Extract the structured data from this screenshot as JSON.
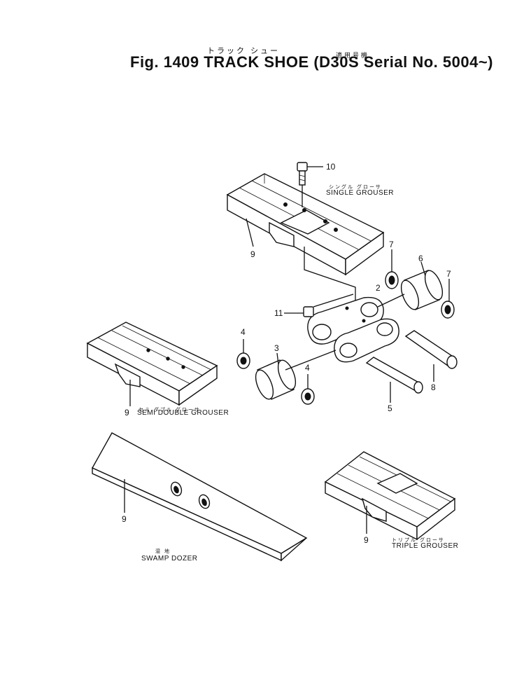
{
  "header": {
    "title": "Fig. 1409 TRACK SHOE (D30S  Serial No. 5004~)",
    "jp_title": "トラック シュー",
    "jp_serial": "適用号機"
  },
  "labels": {
    "single": {
      "jp": "シングル グローサ",
      "en": "SINGLE GROUSER"
    },
    "semi": {
      "jp": "セミ ダブル グローサ",
      "en": "SEMI DOUBLE GROUSER"
    },
    "triple": {
      "jp": "トリプル グローサ",
      "en": "TRIPLE GROUSER"
    },
    "swamp": {
      "jp": "湿 地",
      "en": "SWAMP DOZER"
    }
  },
  "callouts": [
    "10",
    "9",
    "7",
    "6",
    "2",
    "7",
    "11",
    "4",
    "3",
    "4",
    "8",
    "5",
    "9",
    "9",
    "9"
  ]
}
